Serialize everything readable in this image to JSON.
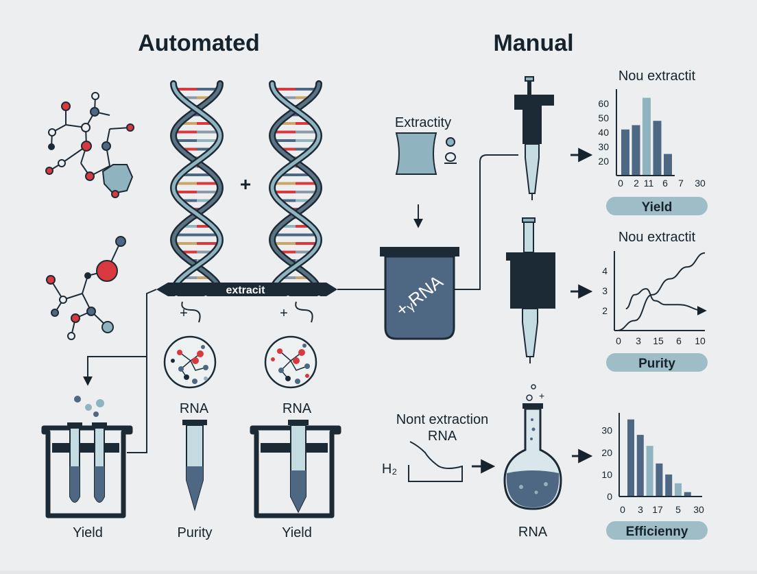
{
  "titles": {
    "automated": "Automated",
    "manual": "Manual"
  },
  "automated": {
    "plus_between_helices": "+",
    "bar_label": "extracit",
    "plus_left": "+",
    "plus_right": "+",
    "rna_left": "RNA",
    "rna_right": "RNA",
    "yield_left": "Yield",
    "purity": "Purity",
    "yield_right": "Yield"
  },
  "manual": {
    "extractity_label": "Extractity",
    "tube_label": "+ᵧRNA",
    "nont_line1": "Nont extraction",
    "nont_line2": "RNA",
    "h2": "H₂",
    "flask_label": "RNA"
  },
  "pills": {
    "yield": "Yield",
    "purity": "Purity",
    "efficiency": "Efficienny"
  },
  "colors": {
    "navy": "#1c2a36",
    "slate": "#4e6782",
    "teal": "#8fb3bf",
    "red": "#d8393f",
    "pill": "#9fbdc7",
    "bg": "#eceeef"
  },
  "chart_data": [
    {
      "type": "bar",
      "title": "Nou extractit",
      "x_tick_labels": [
        "0",
        "2",
        "11",
        "6",
        "7",
        "30"
      ],
      "y_ticks": [
        20,
        30,
        40,
        50,
        60
      ],
      "values": [
        42,
        45,
        64,
        48,
        25
      ],
      "highlight_index": 2,
      "ylim": [
        10,
        70
      ]
    },
    {
      "type": "line",
      "title": "Nou extractit",
      "x_tick_labels": [
        "0",
        "3",
        "15",
        "6",
        "10"
      ],
      "y_ticks": [
        2,
        3,
        4
      ],
      "series": [
        {
          "x": [
            0,
            2,
            4,
            6,
            8,
            10
          ],
          "y": [
            1.0,
            1.5,
            2.8,
            3.6,
            4.2,
            4.9
          ]
        },
        {
          "x": [
            1,
            2,
            3.3,
            4.3,
            5.5,
            7,
            10
          ],
          "y": [
            2.1,
            2.8,
            3.1,
            2.5,
            2.3,
            2.3,
            2.0
          ]
        }
      ],
      "xlim": [
        0,
        10
      ],
      "ylim": [
        1,
        5
      ]
    },
    {
      "type": "bar",
      "title": "",
      "x_tick_labels": [
        "0",
        "3",
        "17",
        "5",
        "30"
      ],
      "y_ticks": [
        0,
        10,
        20,
        30
      ],
      "values": [
        35,
        28,
        23,
        15,
        10,
        6,
        2
      ],
      "highlight_indices": [
        2,
        5
      ],
      "ylim": [
        0,
        38
      ]
    }
  ]
}
